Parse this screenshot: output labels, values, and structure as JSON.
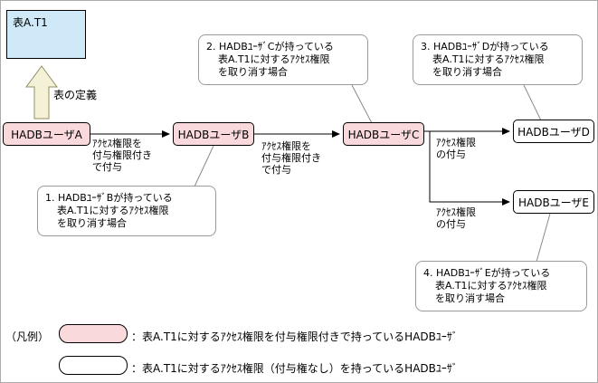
{
  "table": {
    "label": "表A.T1"
  },
  "definition_arrow": {
    "label": "表の定義"
  },
  "users": [
    {
      "id": "A",
      "label": "HADBユーザA",
      "type": "grant"
    },
    {
      "id": "B",
      "label": "HADBユーザB",
      "type": "grant"
    },
    {
      "id": "C",
      "label": "HADBユーザC",
      "type": "grant"
    },
    {
      "id": "D",
      "label": "HADBユーザD",
      "type": "plain"
    },
    {
      "id": "E",
      "label": "HADBユーザE",
      "type": "plain"
    }
  ],
  "edge_labels": {
    "a_to_b": [
      "ｱｸｾｽ権限を",
      "付与権限付き",
      "で付与"
    ],
    "b_to_c": [
      "ｱｸｾｽ権限を",
      "付与権限付き",
      "で付与"
    ],
    "c_to_d": [
      "ｱｸｾｽ権限",
      "の付与"
    ],
    "c_to_e": [
      "ｱｸｾｽ権限",
      "の付与"
    ]
  },
  "callouts": [
    {
      "lines": [
        "1. HADBﾕｰｻﾞBが持っている",
        "表A.T1に対するｱｸｾｽ権限",
        "を取り消す場合"
      ]
    },
    {
      "lines": [
        "2. HADBﾕｰｻﾞCが持っている",
        "表A.T1に対するｱｸｾｽ権限",
        "を取り消す場合"
      ]
    },
    {
      "lines": [
        "3. HADBﾕｰｻﾞDが持っている",
        "表A.T1に対するｱｸｾｽ権限",
        "を取り消す場合"
      ]
    },
    {
      "lines": [
        "4. HADBﾕｰｻﾞEが持っている",
        "表A.T1に対するｱｸｾｽ権限",
        "を取り消す場合"
      ]
    }
  ],
  "legend": {
    "title": "（凡例）",
    "items": [
      {
        "swatch": "grant",
        "label": "：表A.T1に対するｱｸｾｽ権限を付与権限付きで持っているHADBﾕｰｻﾞ"
      },
      {
        "swatch": "plain",
        "label": "：表A.T1に対するｱｸｾｽ権限（付与権なし）を持っているHADBﾕｰｻﾞ"
      }
    ]
  },
  "colors": {
    "grant_user_fill": "#fad9dc",
    "plain_user_fill": "#ffffff",
    "table_fill": "#cfe9f8",
    "definition_arrow_fill": "#f5f1d6",
    "callout_border": "#9a9a9a",
    "edge_stroke": "#000000"
  }
}
